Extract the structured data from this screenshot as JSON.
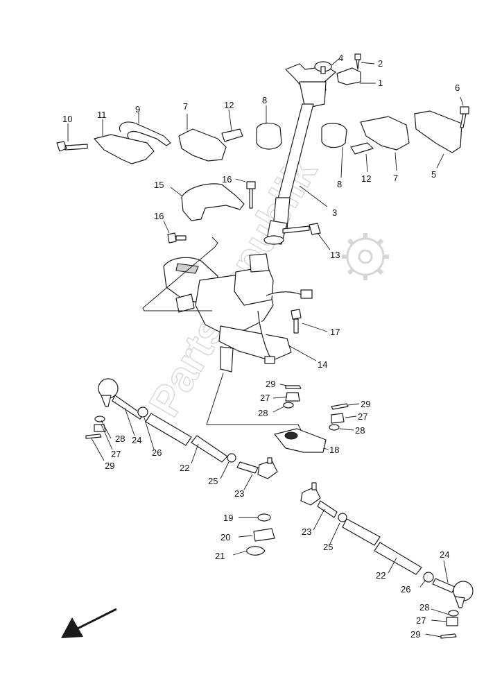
{
  "diagram": {
    "type": "exploded-parts-diagram",
    "watermark": "PartsRepublik",
    "callouts": [
      {
        "id": "c1",
        "label": "1"
      },
      {
        "id": "c2",
        "label": "2"
      },
      {
        "id": "c3",
        "label": "3"
      },
      {
        "id": "c4",
        "label": "4"
      },
      {
        "id": "c5",
        "label": "5"
      },
      {
        "id": "c6",
        "label": "6"
      },
      {
        "id": "c7a",
        "label": "7"
      },
      {
        "id": "c7b",
        "label": "7"
      },
      {
        "id": "c8a",
        "label": "8"
      },
      {
        "id": "c8b",
        "label": "8"
      },
      {
        "id": "c9",
        "label": "9"
      },
      {
        "id": "c10",
        "label": "10"
      },
      {
        "id": "c11",
        "label": "11"
      },
      {
        "id": "c12a",
        "label": "12"
      },
      {
        "id": "c12b",
        "label": "12"
      },
      {
        "id": "c13",
        "label": "13"
      },
      {
        "id": "c14",
        "label": "14"
      },
      {
        "id": "c15",
        "label": "15"
      },
      {
        "id": "c16a",
        "label": "16"
      },
      {
        "id": "c16b",
        "label": "16"
      },
      {
        "id": "c17",
        "label": "17"
      },
      {
        "id": "c18",
        "label": "18"
      },
      {
        "id": "c19",
        "label": "19"
      },
      {
        "id": "c20",
        "label": "20"
      },
      {
        "id": "c21",
        "label": "21"
      },
      {
        "id": "c22a",
        "label": "22"
      },
      {
        "id": "c22b",
        "label": "22"
      },
      {
        "id": "c23a",
        "label": "23"
      },
      {
        "id": "c23b",
        "label": "23"
      },
      {
        "id": "c24a",
        "label": "24"
      },
      {
        "id": "c24b",
        "label": "24"
      },
      {
        "id": "c25a",
        "label": "25"
      },
      {
        "id": "c25b",
        "label": "25"
      },
      {
        "id": "c26a",
        "label": "26"
      },
      {
        "id": "c26b",
        "label": "26"
      },
      {
        "id": "c27a",
        "label": "27"
      },
      {
        "id": "c27b",
        "label": "27"
      },
      {
        "id": "c27c",
        "label": "27"
      },
      {
        "id": "c27d",
        "label": "27"
      },
      {
        "id": "c28a",
        "label": "28"
      },
      {
        "id": "c28b",
        "label": "28"
      },
      {
        "id": "c28c",
        "label": "28"
      },
      {
        "id": "c28d",
        "label": "28"
      },
      {
        "id": "c29a",
        "label": "29"
      },
      {
        "id": "c29b",
        "label": "29"
      },
      {
        "id": "c29c",
        "label": "29"
      },
      {
        "id": "c29d",
        "label": "29"
      }
    ],
    "icons": {
      "front_arrow": "front-direction-arrow-icon",
      "watermark_gear": "gear-icon"
    }
  }
}
